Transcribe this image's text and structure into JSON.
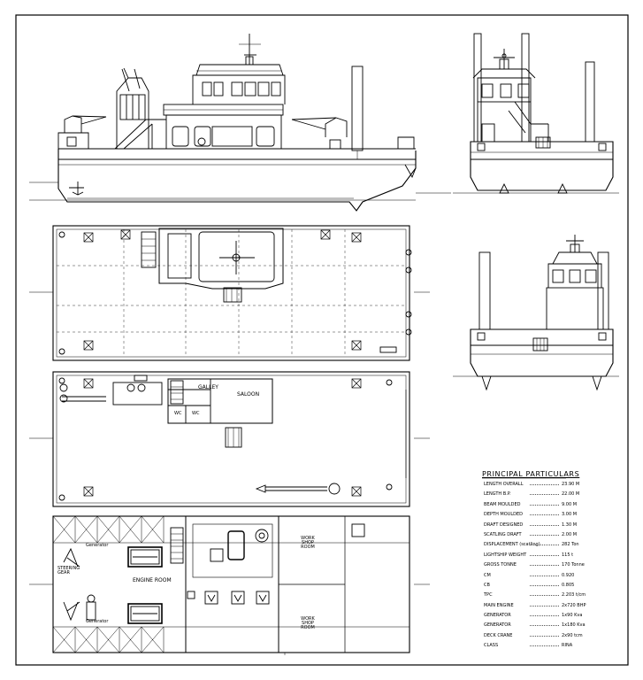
{
  "drawing": {
    "labels": {
      "galley": "GALLEY",
      "saloon": "SALOON",
      "wc1": "WC",
      "wc2": "WC",
      "engine_room": "ENGINE ROOM",
      "generator_top": "Generator",
      "generator_bottom": "Generator",
      "steering_gear": "STEERING GEAR",
      "workshop_top": "WORK SHOP ROOM",
      "workshop_bottom": "WORK SHOP ROOM"
    }
  },
  "particulars": {
    "title": "PRINCIPAL PARTICULARS",
    "rows": [
      {
        "label": "LENGTH OVERALL",
        "value": "23.90 M"
      },
      {
        "label": "LENGTH B.P.",
        "value": "22.00 M"
      },
      {
        "label": "BEAM MOULDED",
        "value": "9.00 M"
      },
      {
        "label": "DEPTH MOULDED",
        "value": "3.00 M"
      },
      {
        "label": "DRAFT DESIGNED",
        "value": "1.30 M"
      },
      {
        "label": "SCATLING DRAFT",
        "value": "2.00 M"
      },
      {
        "label": "DISPLACEMENT (scatling)",
        "value": "282 Ton"
      },
      {
        "label": "LIGHTSHIP WEIGHT",
        "value": "115 t"
      },
      {
        "label": "GROSS TONNE",
        "value": "170 Tonne"
      },
      {
        "label": "CM",
        "value": "0.920"
      },
      {
        "label": "CB",
        "value": "0.805"
      },
      {
        "label": "TPC",
        "value": "2.203 t/cm"
      },
      {
        "label": "MAIN ENGINE",
        "value": "2x720 BHP"
      },
      {
        "label": "GENERATOR",
        "value": "1x90 Kva"
      },
      {
        "label": "GENERATOR",
        "value": "1x180 Kva"
      },
      {
        "label": "DECK CRANE",
        "value": "2x90 tcm"
      },
      {
        "label": "CLASS",
        "value": "RINA"
      }
    ]
  }
}
